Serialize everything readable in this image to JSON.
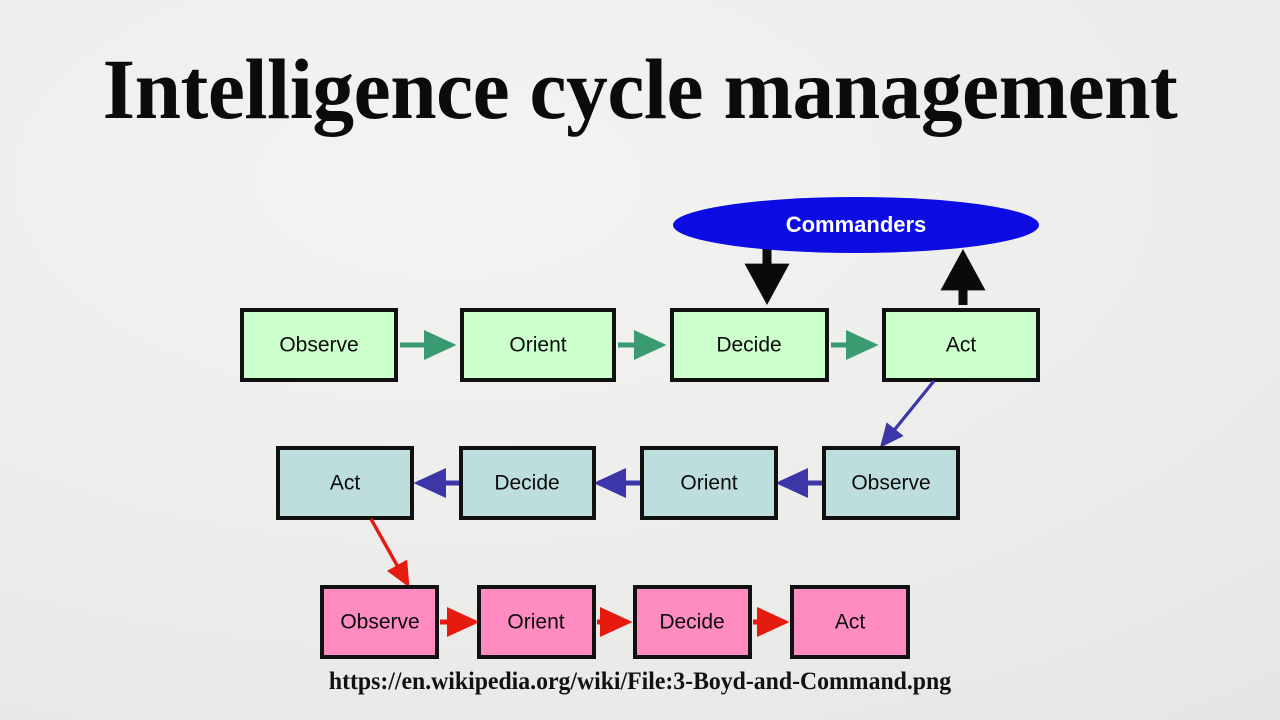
{
  "slide": {
    "title": "Intelligence cycle management",
    "caption": "https://en.wikipedia.org/wiki/File:3-Boyd-and-Command.png",
    "background_color": "#eeeeec"
  },
  "commanders": {
    "label": "Commanders",
    "fill": "#0d0de3",
    "text_color": "#ffffff"
  },
  "loops": [
    {
      "name": "strategic-loop",
      "fill": "#ccffcc",
      "arrow_color": "#3a9b72",
      "nodes": [
        {
          "label": "Observe"
        },
        {
          "label": "Orient"
        },
        {
          "label": "Decide"
        },
        {
          "label": "Act"
        }
      ]
    },
    {
      "name": "operational-loop",
      "fill": "#bedede",
      "arrow_color": "#3c36a8",
      "nodes": [
        {
          "label": "Act"
        },
        {
          "label": "Decide"
        },
        {
          "label": "Orient"
        },
        {
          "label": "Observe"
        }
      ]
    },
    {
      "name": "tactical-loop",
      "fill": "#ff8cc0",
      "arrow_color": "#e51b10",
      "nodes": [
        {
          "label": "Observe"
        },
        {
          "label": "Orient"
        },
        {
          "label": "Decide"
        },
        {
          "label": "Act"
        }
      ]
    }
  ],
  "connectors": [
    {
      "name": "commanders-to-decide",
      "color": "#0a0a0a",
      "direction": "down"
    },
    {
      "name": "act-to-commanders",
      "color": "#0a0a0a",
      "direction": "up"
    },
    {
      "name": "green-act-to-blue-observe",
      "color": "#3c36a8",
      "direction": "down-left"
    },
    {
      "name": "blue-act-to-pink-observe",
      "color": "#e51b10",
      "direction": "down-right"
    }
  ]
}
